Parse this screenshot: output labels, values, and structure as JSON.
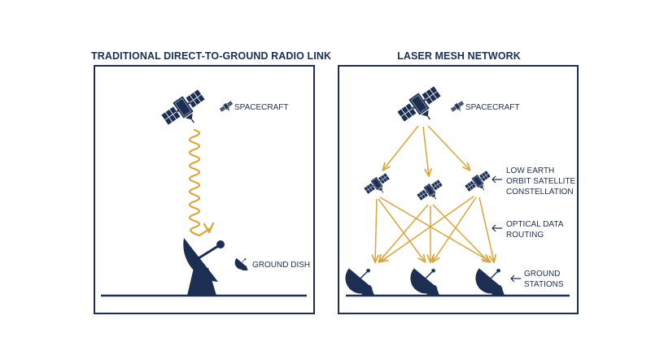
{
  "colors": {
    "primary": "#1c2f52",
    "accent": "#d9a53b",
    "background": "#ffffff"
  },
  "left_panel": {
    "title": "TRADITIONAL DIRECT-TO-GROUND RADIO LINK",
    "spacecraft_label": "SPACECRAFT",
    "ground_label": "GROUND DISH",
    "icons": [
      "satellite-icon",
      "wave-signal-icon",
      "dish-icon"
    ]
  },
  "right_panel": {
    "title": "LASER MESH NETWORK",
    "spacecraft_label": "SPACECRAFT",
    "constellation_label": [
      "LOW EARTH",
      "ORBIT SATELLITE",
      "CONSTELLATION"
    ],
    "routing_label": [
      "OPTICAL DATA",
      "ROUTING"
    ],
    "ground_label": [
      "GROUND",
      "STATIONS"
    ],
    "icons": [
      "satellite-icon",
      "dish-icon",
      "arrow-left-icon"
    ]
  }
}
